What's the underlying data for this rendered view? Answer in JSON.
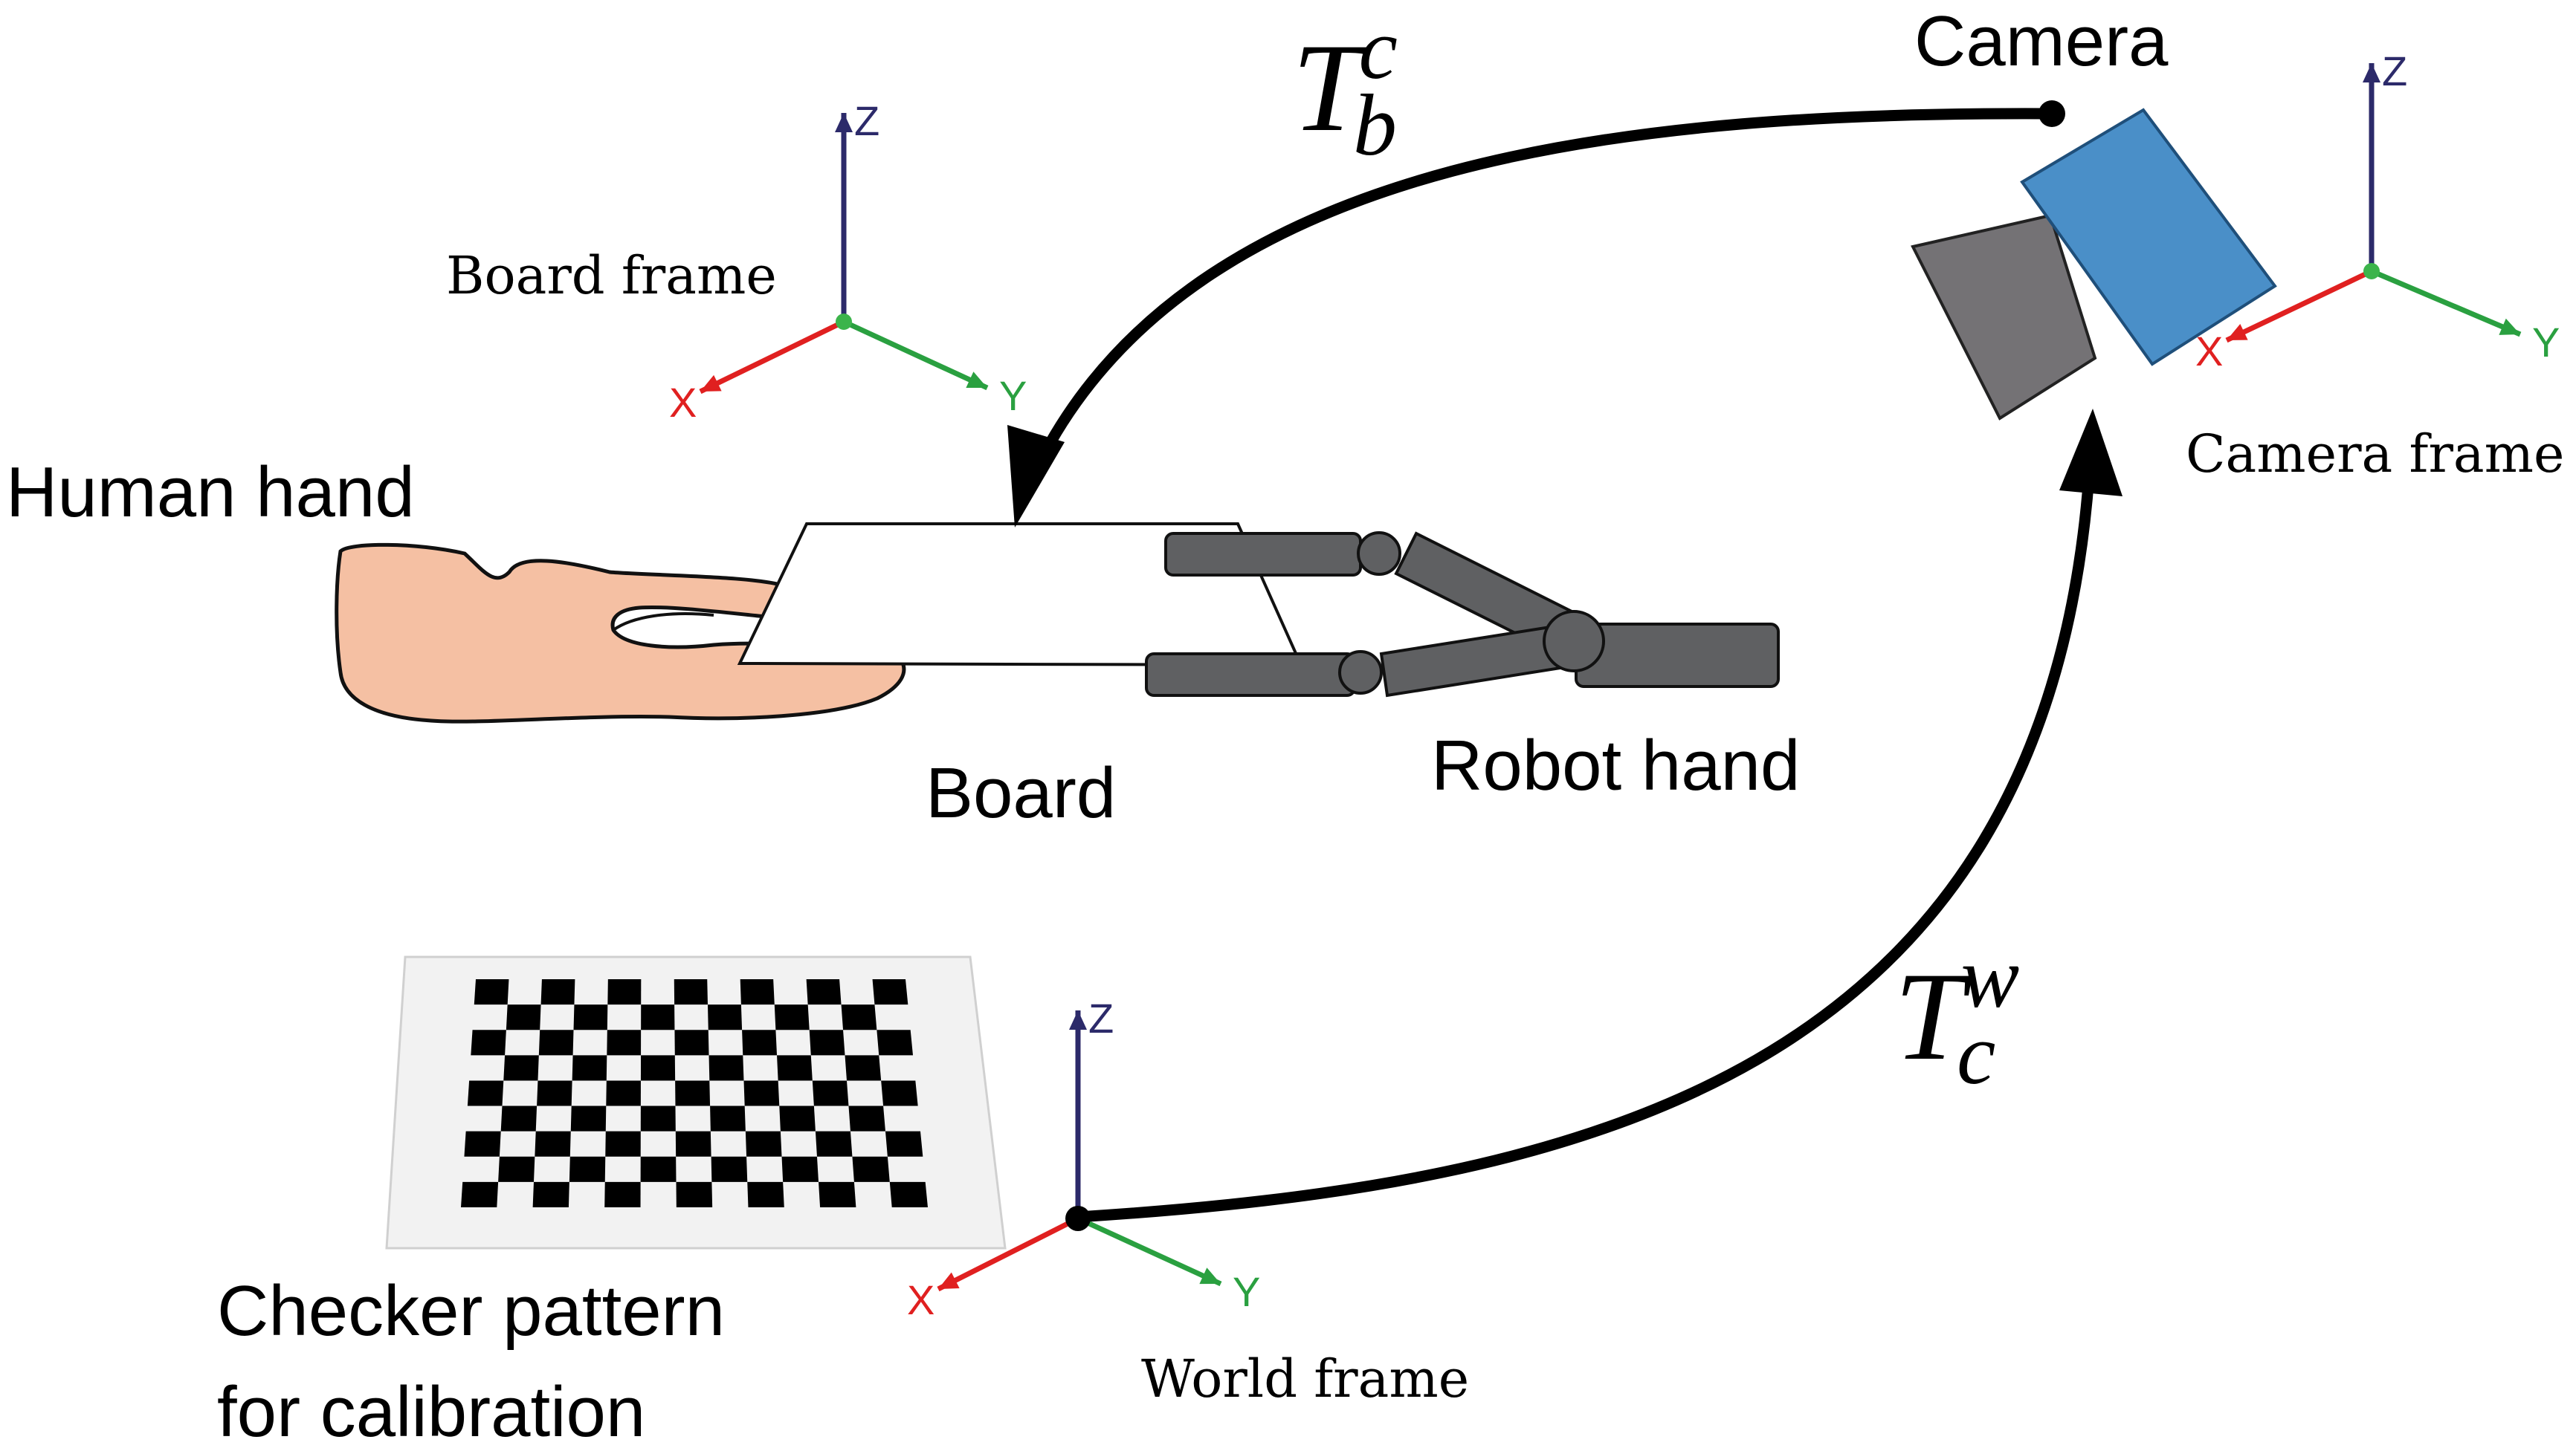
{
  "labels": {
    "camera": "Camera",
    "human_hand": "Human hand",
    "board": "Board",
    "robot_hand": "Robot hand",
    "checker_line1": "Checker pattern",
    "checker_line2": "for calibration",
    "board_frame": "Board frame",
    "camera_frame": "Camera frame",
    "world_frame": "World frame"
  },
  "transforms": {
    "t_bc": {
      "base": "T",
      "sub": "b",
      "sup": "c"
    },
    "t_cw": {
      "base": "T",
      "sub": "c",
      "sup": "w"
    }
  },
  "axes": {
    "x": "X",
    "y": "Y",
    "z": "Z"
  },
  "colors": {
    "axis_x": "#e02020",
    "axis_y": "#2aa040",
    "axis_z": "#2c2a6a",
    "origin": "#3cb44b",
    "skin": "#f5c0a3",
    "robot": "#5f6062",
    "camera_body": "#4a8fc8",
    "camera_lens": "#747275"
  },
  "checker": {
    "rows": 9,
    "cols": 13
  }
}
